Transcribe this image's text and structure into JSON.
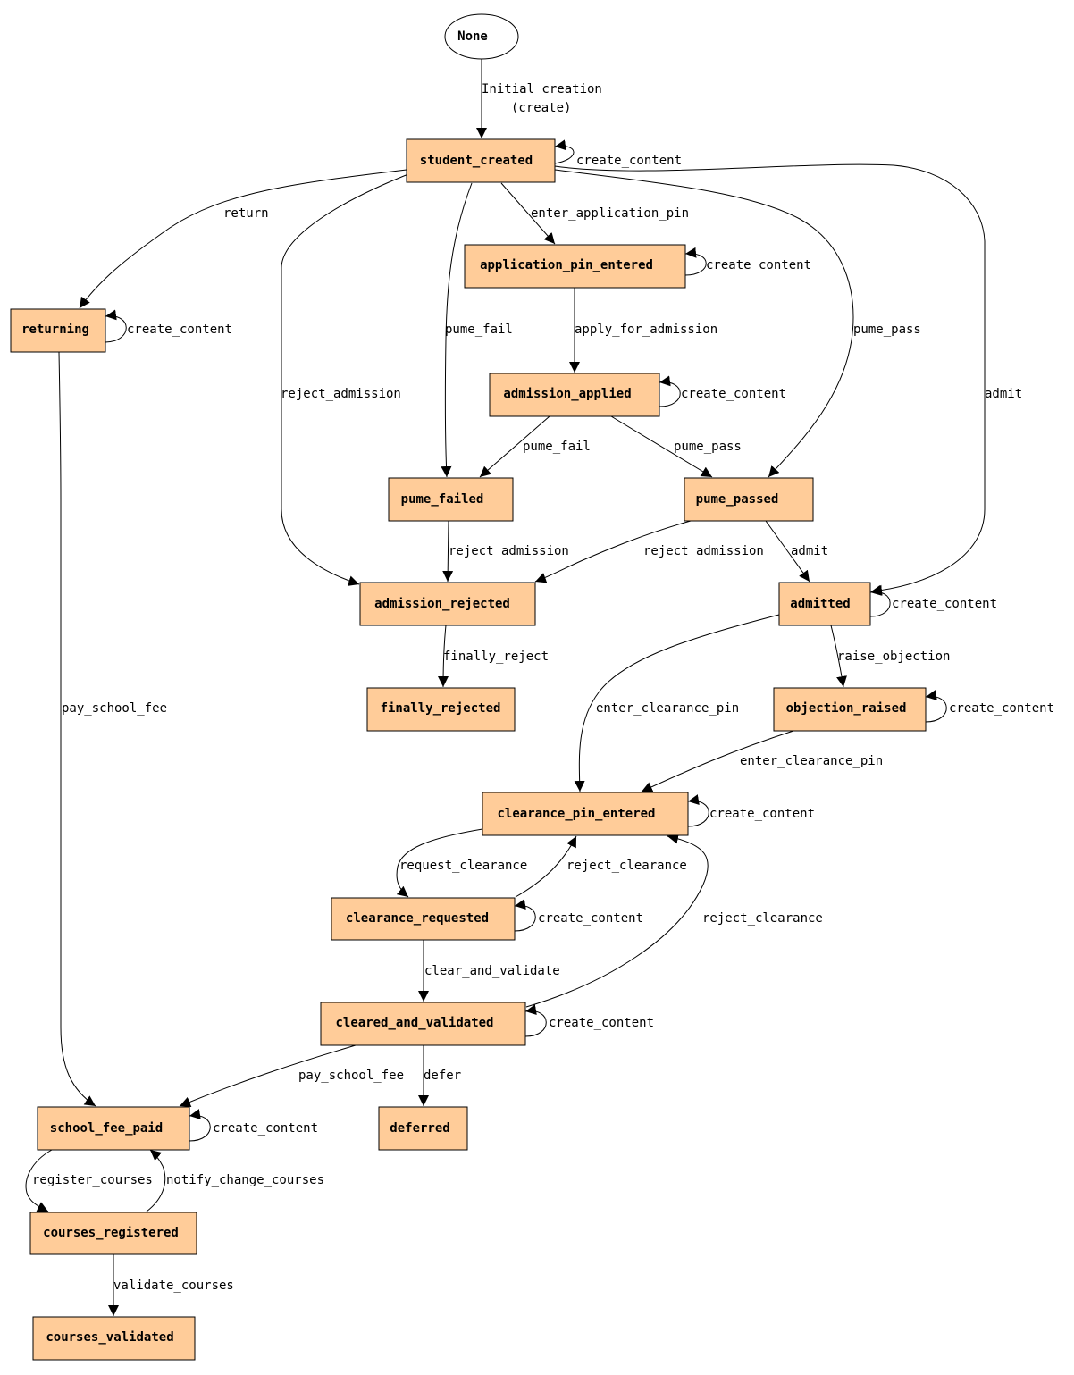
{
  "nodes": {
    "none": "None",
    "student_created": "student_created",
    "application_pin_entered": "application_pin_entered",
    "returning": "returning",
    "admission_applied": "admission_applied",
    "pume_failed": "pume_failed",
    "pume_passed": "pume_passed",
    "admission_rejected": "admission_rejected",
    "admitted": "admitted",
    "finally_rejected": "finally_rejected",
    "objection_raised": "objection_raised",
    "clearance_pin_entered": "clearance_pin_entered",
    "clearance_requested": "clearance_requested",
    "cleared_and_validated": "cleared_and_validated",
    "school_fee_paid": "school_fee_paid",
    "deferred": "deferred",
    "courses_registered": "courses_registered",
    "courses_validated": "courses_validated"
  },
  "edges": {
    "initial_1": "Initial creation",
    "initial_2": "(create)",
    "create_content": "create_content",
    "return": "return",
    "enter_application_pin": "enter_application_pin",
    "pume_fail": "pume_fail",
    "pume_pass": "pume_pass",
    "reject_admission": "reject_admission",
    "admit": "admit",
    "apply_for_admission": "apply_for_admission",
    "finally_reject": "finally_reject",
    "raise_objection": "raise_objection",
    "enter_clearance_pin": "enter_clearance_pin",
    "pay_school_fee": "pay_school_fee",
    "request_clearance": "request_clearance",
    "reject_clearance": "reject_clearance",
    "clear_and_validate": "clear_and_validate",
    "defer": "defer",
    "register_courses": "register_courses",
    "notify_change_courses": "notify_change_courses",
    "validate_courses": "validate_courses"
  },
  "colors": {
    "node_fill": "#ffcc99",
    "stroke": "#000000",
    "background": "#ffffff"
  }
}
